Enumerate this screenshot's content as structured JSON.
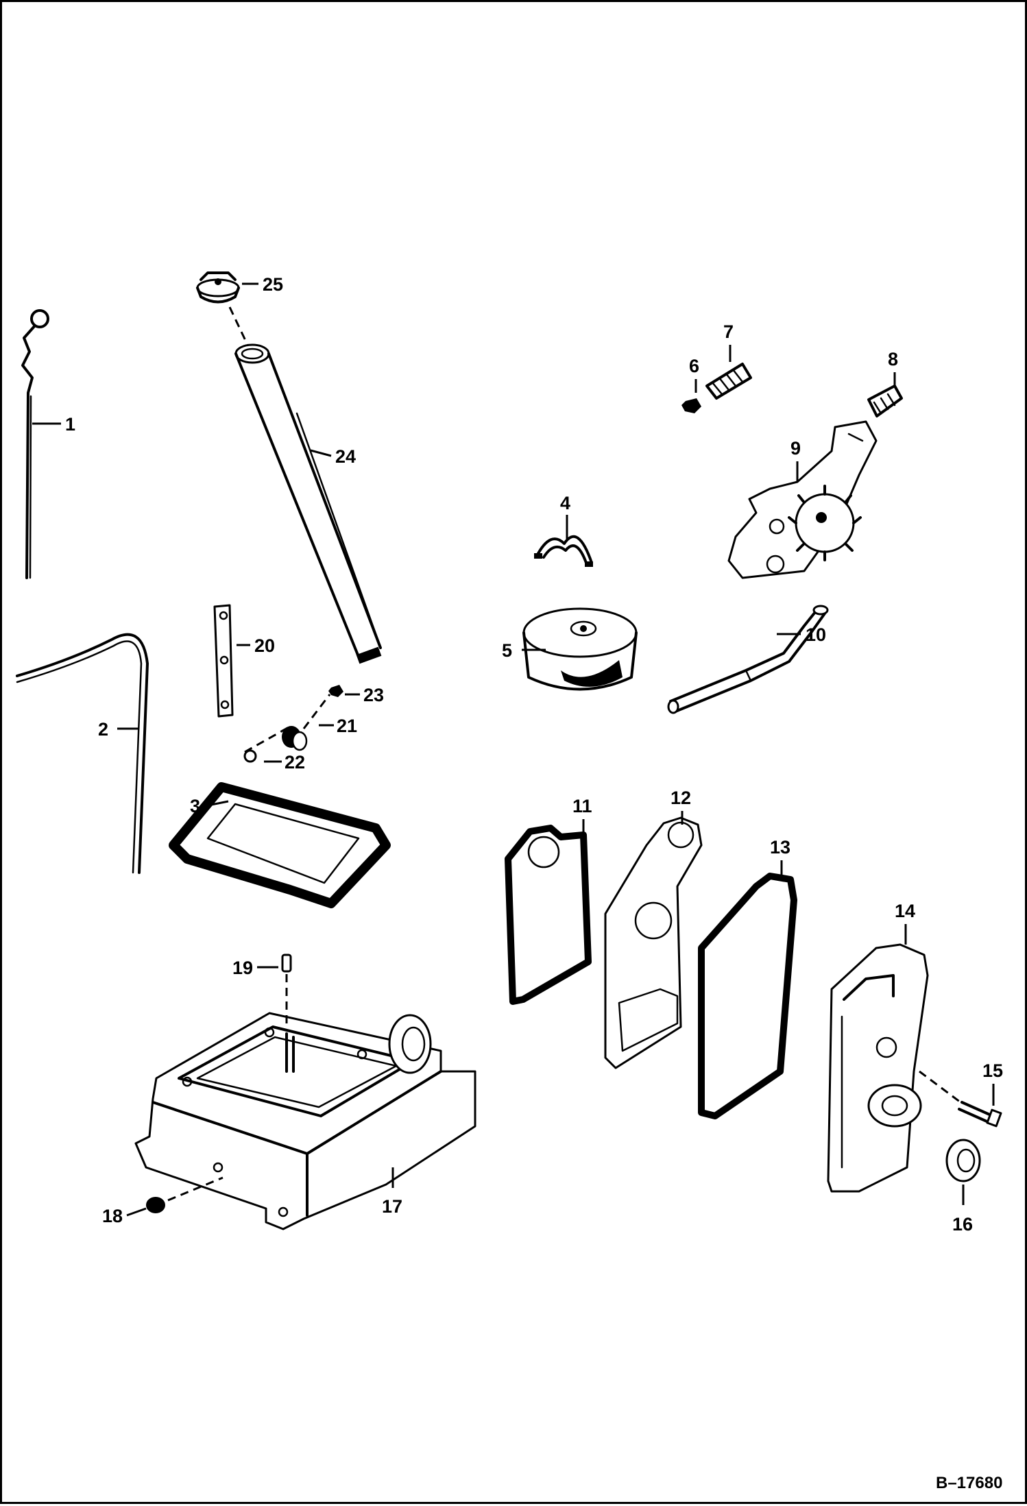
{
  "diagram": {
    "reference_code": "B–17680",
    "callouts": [
      "1",
      "2",
      "3",
      "4",
      "5",
      "6",
      "7",
      "8",
      "9",
      "10",
      "11",
      "12",
      "13",
      "14",
      "15",
      "16",
      "17",
      "18",
      "19",
      "20",
      "21",
      "22",
      "23",
      "24",
      "25"
    ]
  }
}
